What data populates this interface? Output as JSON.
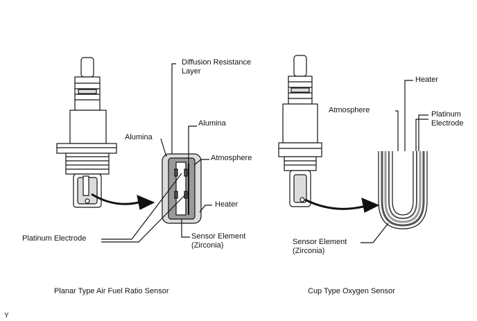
{
  "planar": {
    "caption": "Planar Type Air Fuel Ratio Sensor",
    "labels": {
      "diffusion_line1": "Diffusion Resistance",
      "diffusion_line2": "Layer",
      "alumina_left": "Alumina",
      "alumina_right": "Alumina",
      "atmosphere": "Atmosphere",
      "heater": "Heater",
      "platinum_electrode": "Platinum Electrode",
      "sensor_element_line1": "Sensor Element",
      "sensor_element_line2": "(Zirconia)"
    }
  },
  "cup": {
    "caption": "Cup Type Oxygen Sensor",
    "labels": {
      "heater": "Heater",
      "atmosphere": "Atmosphere",
      "platinum_line1": "Platinum",
      "platinum_line2": "Electrode",
      "sensor_element_line1": "Sensor Element",
      "sensor_element_line2": "(Zirconia)"
    }
  },
  "corner_mark": "Y",
  "colors": {
    "ink": "#111111",
    "fill_light": "#dcdcdc",
    "fill_mid": "#9a9a9a",
    "fill_dark": "#555555"
  }
}
